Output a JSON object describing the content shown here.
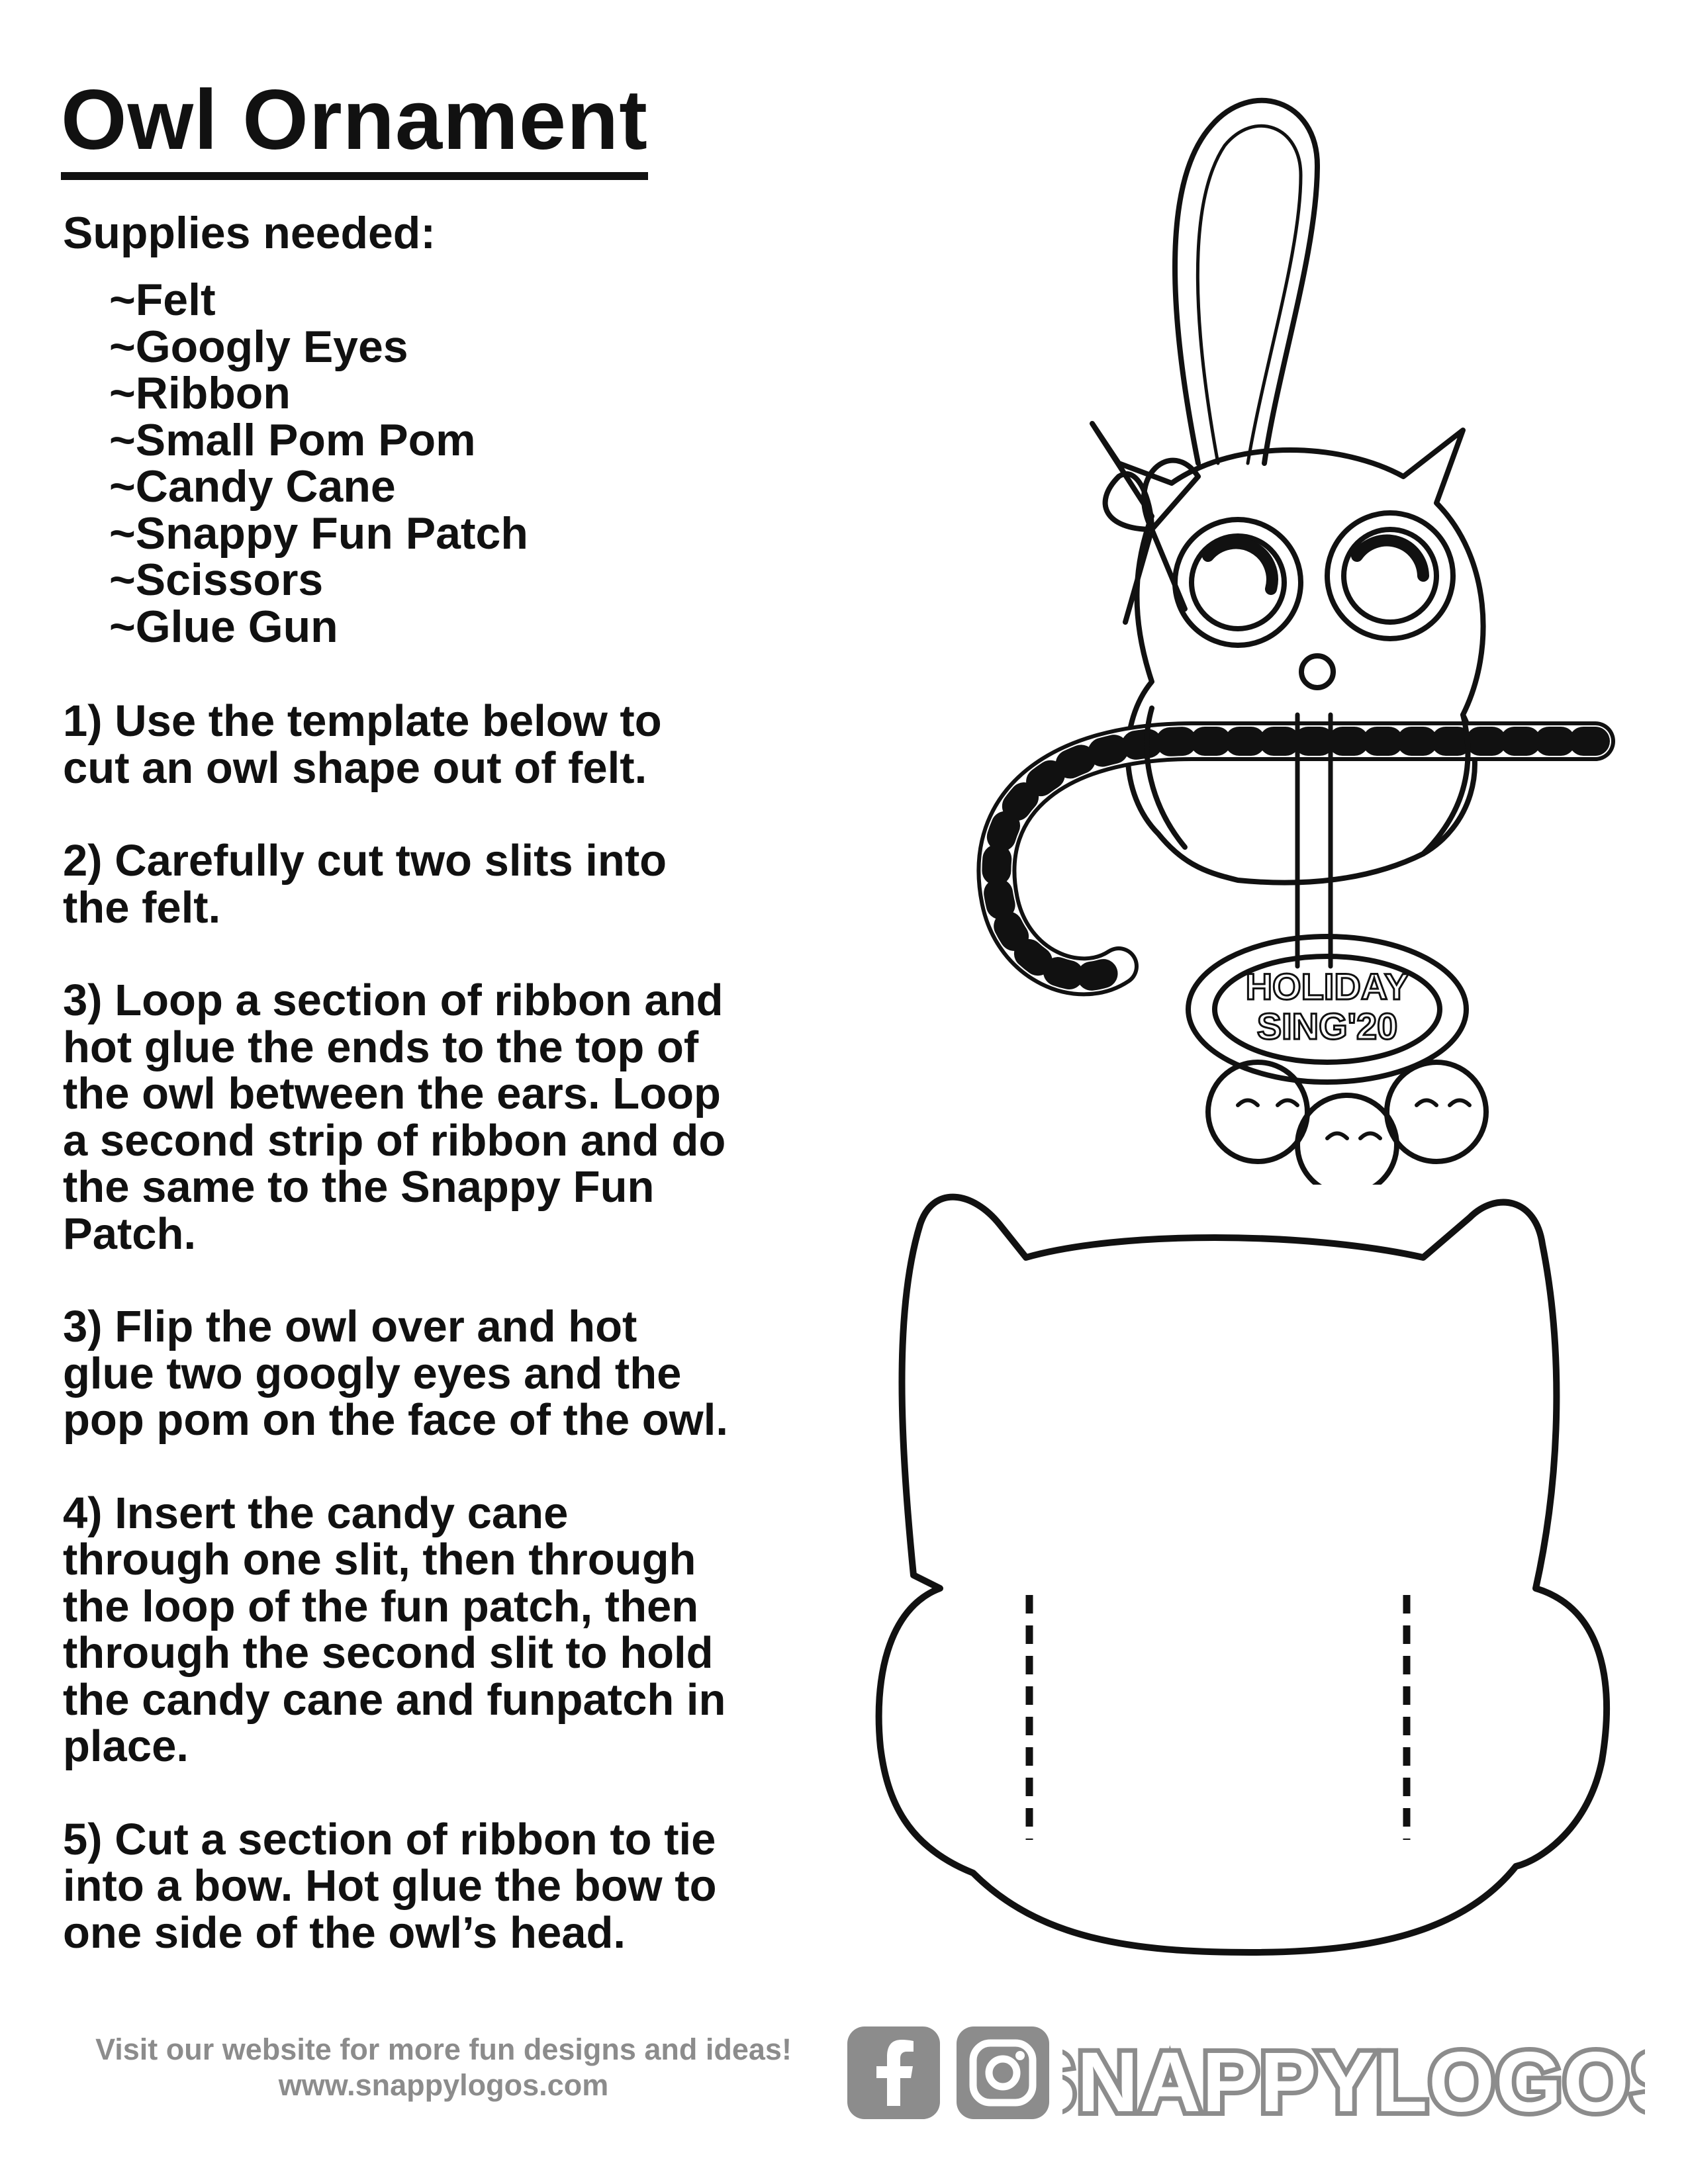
{
  "title": "Owl Ornament",
  "supplies": {
    "heading": "Supplies needed:",
    "items": [
      "~Felt",
      "~Googly Eyes",
      "~Ribbon",
      "~Small Pom Pom",
      "~Candy Cane",
      "~Snappy Fun Patch",
      "~Scissors",
      "~Glue Gun"
    ]
  },
  "steps": [
    "1)  Use the template below to\ncut an owl shape out of felt.",
    "2)  Carefully cut two slits into\nthe felt.",
    "3)  Loop a section of ribbon and\nhot glue the ends to the top of\nthe owl between the ears.  Loop\na second strip of ribbon and do\nthe same to the Snappy Fun\nPatch.",
    "3)  Flip the owl over and hot\nglue two googly eyes and the\npop pom on the face of the owl.",
    "4)  Insert the candy cane\nthrough one slit, then through\nthe loop of the fun patch, then\nthrough the second slit to hold\nthe candy cane and funpatch in\nplace.",
    "5)  Cut a section of ribbon to tie\ninto a bow.  Hot glue the bow to\none side of the owl’s head."
  ],
  "patch_text": {
    "line1": "HOLIDAY",
    "line2": "SING'20"
  },
  "footer": {
    "line1": "Visit our website for more fun designs and ideas!",
    "line2": "www.snappylogos.com"
  },
  "brand": {
    "logo_text": "SNAPPYLOGOS",
    "gray": "#8c8c8c"
  },
  "icons": [
    "facebook-icon",
    "instagram-icon"
  ]
}
